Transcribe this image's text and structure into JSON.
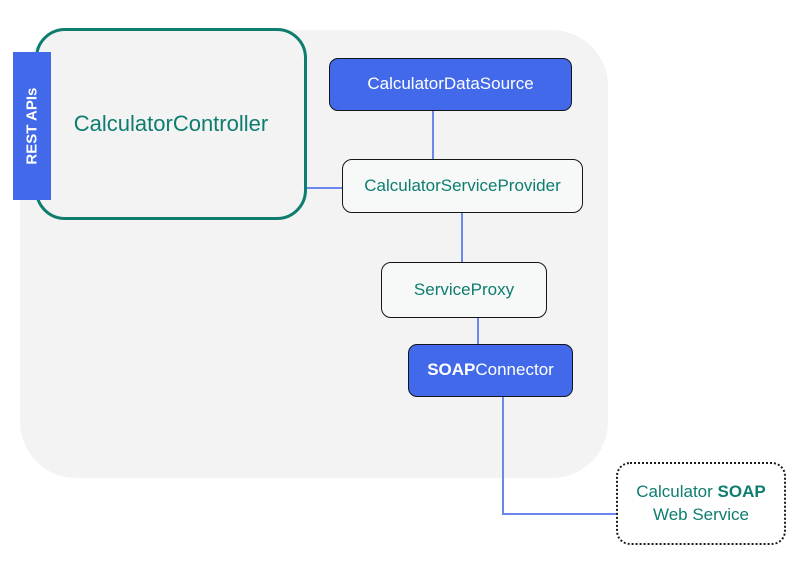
{
  "diagram": {
    "nodes": {
      "rest_apis": {
        "label": "REST APIs"
      },
      "calculator_controller": {
        "label": "CalculatorController"
      },
      "calculator_data_source": {
        "label": "CalculatorDataSource"
      },
      "calculator_service_provider": {
        "label": "CalculatorServiceProvider"
      },
      "service_proxy": {
        "label": "ServiceProxy"
      },
      "soap_connector": {
        "label_bold": "SOAP",
        "label_regular": "Connector"
      },
      "calculator_soap_web_service": {
        "line1_regular": "Calculator ",
        "line1_bold": "SOAP",
        "line2": "Web Service"
      }
    },
    "colors": {
      "accent_blue": "#4169ea",
      "connector_line_blue": "#6b87ee",
      "teal": "#0e7d6f",
      "panel_gray": "#f2f3f2",
      "node_fill_light": "#f7f8f8",
      "node_border_dark": "#161616",
      "canvas_white": "#ffffff"
    }
  }
}
